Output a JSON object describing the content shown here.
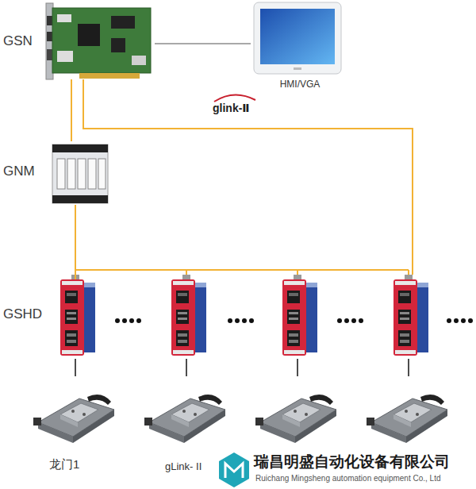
{
  "diagram": {
    "nodes": [
      {
        "text": [
          "GSN"
        ]
      },
      {
        "text": [
          "HMI/VGA"
        ]
      },
      {
        "text": [
          "GNM"
        ]
      },
      {
        "text": [
          "GSHD"
        ]
      }
    ],
    "edges": [
      {
        "from": 0,
        "to": 1,
        "arrow": "none"
      },
      {
        "from": 0,
        "to": 2,
        "arrow": "none"
      },
      {
        "from": 2,
        "to": 3,
        "arrow": "none"
      }
    ],
    "labels": [
      "glink-Ⅱ",
      "龙门1",
      "gLink- II",
      "瑞昌明盛自动化设备有限公司",
      "Ruichang Mingsheng automation equipment Co., Ltd"
    ]
  }
}
